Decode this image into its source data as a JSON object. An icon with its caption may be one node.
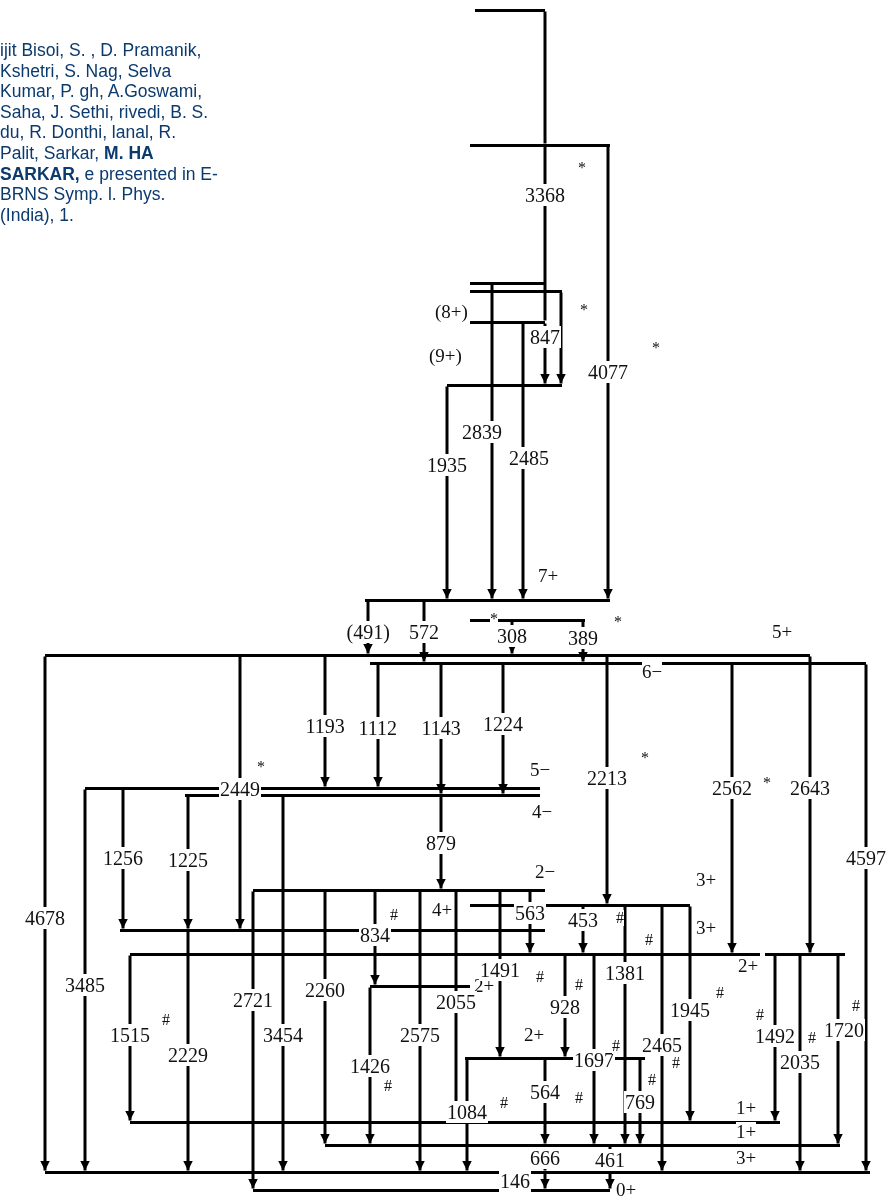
{
  "diagram": {
    "nodes": [
      {
        "text": [],
        "shape": "bar"
      },
      {
        "text": [],
        "shape": "bar"
      },
      {
        "text": [],
        "shape": "bar"
      },
      {
        "text": [],
        "shape": "bar"
      },
      {
        "text": [],
        "shape": "bar",
        "beside": [
          "(8+)"
        ]
      },
      {
        "text": [],
        "shape": "bar",
        "beside": [
          "(9+)"
        ]
      },
      {
        "text": [],
        "shape": "bar",
        "beside": [
          "7+"
        ]
      },
      {
        "text": [],
        "shape": "bar"
      },
      {
        "text": [],
        "shape": "bar",
        "beside": [
          "5+"
        ]
      },
      {
        "text": [],
        "shape": "bar",
        "beside": [
          "6−"
        ]
      },
      {
        "text": [],
        "shape": "bar",
        "beside": [
          "5−"
        ]
      },
      {
        "text": [],
        "shape": "bar",
        "beside": [
          "4−"
        ]
      },
      {
        "text": [],
        "shape": "bar",
        "beside": [
          "2−"
        ]
      },
      {
        "text": [],
        "shape": "bar",
        "beside": [
          "3+"
        ]
      },
      {
        "text": [],
        "shape": "bar",
        "beside": [
          "4+"
        ]
      },
      {
        "text": [],
        "shape": "bar",
        "beside": [
          "3+"
        ]
      },
      {
        "text": [],
        "shape": "bar",
        "beside": [
          "2+"
        ]
      },
      {
        "text": [],
        "shape": "bar",
        "beside": [
          "2+"
        ]
      },
      {
        "text": [],
        "shape": "bar",
        "beside": [
          "2+"
        ]
      },
      {
        "text": [],
        "shape": "bar",
        "beside": [
          "1+"
        ]
      },
      {
        "text": [],
        "shape": "bar",
        "beside": [
          "1+"
        ]
      },
      {
        "text": [],
        "shape": "bar",
        "beside": [
          "3+"
        ]
      },
      {
        "text": [],
        "shape": "bar",
        "beside": [
          "0+"
        ]
      }
    ],
    "edges": [
      {
        "from": 0,
        "to": 1,
        "arrow": "none"
      },
      {
        "from": 1,
        "to": 4,
        "arrow": "none",
        "label": "3368"
      },
      {
        "from": 1,
        "to": 6,
        "arrow": "to",
        "label": "4077"
      },
      {
        "from": 4,
        "to": 5,
        "arrow": "to",
        "label": "847"
      },
      {
        "from": 3,
        "to": 5,
        "arrow": "to"
      },
      {
        "from": 2,
        "to": 6,
        "arrow": "to",
        "label": "2839"
      },
      {
        "from": 4,
        "to": 6,
        "arrow": "to",
        "label": "2485"
      },
      {
        "from": 5,
        "to": 6,
        "arrow": "to",
        "label": "1935"
      },
      {
        "from": 6,
        "to": 8,
        "arrow": "to",
        "label": "(491)"
      },
      {
        "from": 6,
        "to": 9,
        "arrow": "to",
        "label": "572"
      },
      {
        "from": 7,
        "to": 8,
        "arrow": "to",
        "label": "308"
      },
      {
        "from": 7,
        "to": 9,
        "arrow": "to",
        "label": "389"
      },
      {
        "from": 8,
        "to": 21,
        "arrow": "to",
        "label": "4678"
      },
      {
        "from": 8,
        "to": 14,
        "arrow": "to",
        "label": "2449"
      },
      {
        "from": 8,
        "to": 10,
        "arrow": "to",
        "label": "1193"
      },
      {
        "from": 9,
        "to": 10,
        "arrow": "to",
        "label": "1112"
      },
      {
        "from": 9,
        "to": 11,
        "arrow": "to",
        "label": "1143"
      },
      {
        "from": 9,
        "to": 11,
        "arrow": "to",
        "label": "1224"
      },
      {
        "from": 11,
        "to": 12,
        "arrow": "to",
        "label": "879"
      },
      {
        "from": 8,
        "to": 13,
        "arrow": "to",
        "label": "2213"
      },
      {
        "from": 9,
        "to": 15,
        "arrow": "to",
        "label": "2562"
      },
      {
        "from": 8,
        "to": 16,
        "arrow": "to",
        "label": "2643"
      },
      {
        "from": 9,
        "to": 21,
        "arrow": "to",
        "label": "4597"
      },
      {
        "from": 10,
        "to": 14,
        "arrow": "to",
        "label": "1256"
      },
      {
        "from": 10,
        "to": 21,
        "arrow": "to",
        "label": "3485"
      },
      {
        "from": 11,
        "to": 14,
        "arrow": "to",
        "label": "1225"
      },
      {
        "from": 14,
        "to": 21,
        "arrow": "to",
        "label": "2229"
      },
      {
        "from": 15,
        "to": 19,
        "arrow": "to",
        "label": "1515"
      },
      {
        "from": 12,
        "to": 22,
        "arrow": "to",
        "label": "2721"
      },
      {
        "from": 11,
        "to": 21,
        "arrow": "to",
        "label": "3454"
      },
      {
        "from": 12,
        "to": 20,
        "arrow": "to",
        "label": "2260"
      },
      {
        "from": 12,
        "to": 17,
        "arrow": "to",
        "label": "834"
      },
      {
        "from": 17,
        "to": 20,
        "arrow": "to",
        "label": "1426"
      },
      {
        "from": 12,
        "to": 21,
        "arrow": "to",
        "label": "2575"
      },
      {
        "from": 12,
        "to": 19,
        "arrow": "to",
        "label": "2055"
      },
      {
        "from": 12,
        "to": 15,
        "arrow": "to",
        "label": "563"
      },
      {
        "from": 13,
        "to": 15,
        "arrow": "to",
        "label": "453"
      },
      {
        "from": 12,
        "to": 18,
        "arrow": "to",
        "label": "1491"
      },
      {
        "from": 15,
        "to": 18,
        "arrow": "to",
        "label": "928"
      },
      {
        "from": 15,
        "to": 20,
        "arrow": "to",
        "label": "1697"
      },
      {
        "from": 13,
        "to": 20,
        "arrow": "to",
        "label": "1381"
      },
      {
        "from": 13,
        "to": 21,
        "arrow": "to",
        "label": "2465"
      },
      {
        "from": 13,
        "to": 19,
        "arrow": "to",
        "label": "1945"
      },
      {
        "from": 16,
        "to": 19,
        "arrow": "to",
        "label": "1492"
      },
      {
        "from": 16,
        "to": 21,
        "arrow": "to",
        "label": "2035"
      },
      {
        "from": 16,
        "to": 20,
        "arrow": "to",
        "label": "1720"
      },
      {
        "from": 18,
        "to": 20,
        "arrow": "to",
        "label": "564"
      },
      {
        "from": 18,
        "to": 21,
        "arrow": "to",
        "label": "1084"
      },
      {
        "from": 20,
        "to": 21,
        "arrow": "to",
        "label": "666"
      },
      {
        "from": 21,
        "to": 22,
        "arrow": "to",
        "label": "146"
      },
      {
        "from": 18,
        "to": 20,
        "arrow": "to",
        "label": "769"
      },
      {
        "from": 20,
        "to": 22,
        "arrow": "to",
        "label": "461"
      }
    ],
    "labels": [
      "ijit Bisoi, S. , D. Pramanik, Kshetri, S. Nag, Selva Kumar, P. gh, A.Goswami, Saha, J. Sethi, rivedi, B. S. du, R. Donthi, lanal, R. Palit, Sarkar, **M. HA SARKAR,** e presented in E-BRNS Symp. l. Phys. (India), 1.",
      "*",
      "*",
      "*",
      "*",
      "*",
      "*",
      "*",
      "*",
      "#",
      "#",
      "#",
      "#",
      "#",
      "#",
      "#",
      "#",
      "#",
      "#",
      "#",
      "#",
      "#",
      "#",
      "#",
      "#"
    ]
  }
}
